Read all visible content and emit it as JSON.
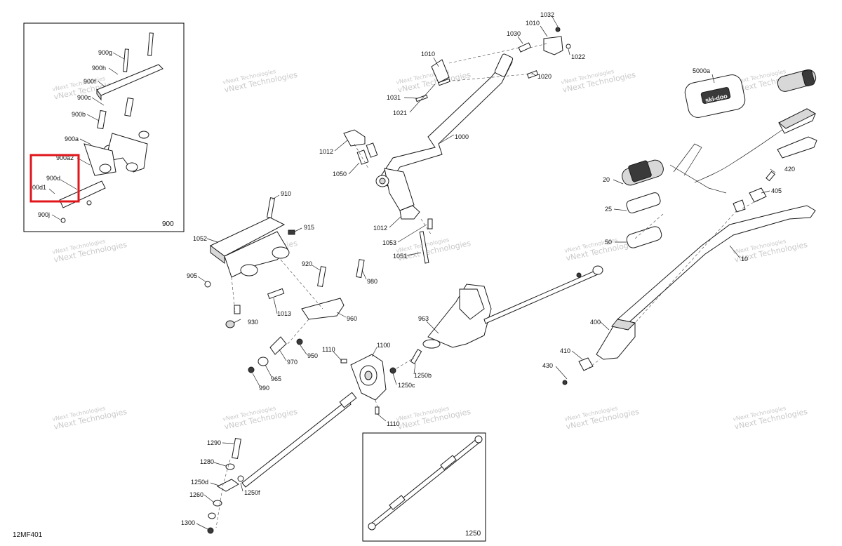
{
  "diagram": {
    "document_code": "12MF401",
    "highlight_color": "#e0161b",
    "watermark_lines": [
      "vNext Technologies",
      "vNext Technologies"
    ],
    "handlebar_pad_logo": "ski-doo",
    "insets": {
      "upper_left": {
        "label": "900"
      },
      "bottom": {
        "label": "1250"
      }
    },
    "labels": {
      "l900g": "900g",
      "l900h": "900h",
      "l900f": "900f",
      "l900c": "900c",
      "l900b": "900b",
      "l900a": "900a",
      "l900a2": "900a2",
      "l900d": "900d",
      "l900d1": "00d1",
      "l900j": "900j",
      "l1032": "1032",
      "l1010a": "1010",
      "l1030": "1030",
      "l1010b": "1010",
      "l1022": "1022",
      "l1020": "1020",
      "l1031": "1031",
      "l1021": "1021",
      "l1000": "1000",
      "l1012a": "1012",
      "l1050": "1050",
      "l1012b": "1012",
      "l1053": "1053",
      "l1051": "1051",
      "l910": "910",
      "l915": "915",
      "l1052": "1052",
      "l905": "905",
      "l920": "920",
      "l980": "980",
      "l930": "930",
      "l1013": "1013",
      "l960": "960",
      "l970": "970",
      "l950": "950",
      "l965": "965",
      "l990": "990",
      "l1110a": "1110",
      "l1100": "1100",
      "l1250b": "1250b",
      "l1250c": "1250c",
      "l1110b": "1110",
      "l963": "963",
      "l1290": "1290",
      "l1280": "1280",
      "l1250d": "1250d",
      "l1250f": "1250f",
      "l1260": "1260",
      "l1300": "1300",
      "l5000a": "5000a",
      "l20": "20",
      "l25": "25",
      "l50": "50",
      "l420": "420",
      "l405": "405",
      "l10": "10",
      "l400": "400",
      "l410": "410",
      "l430": "430"
    }
  }
}
